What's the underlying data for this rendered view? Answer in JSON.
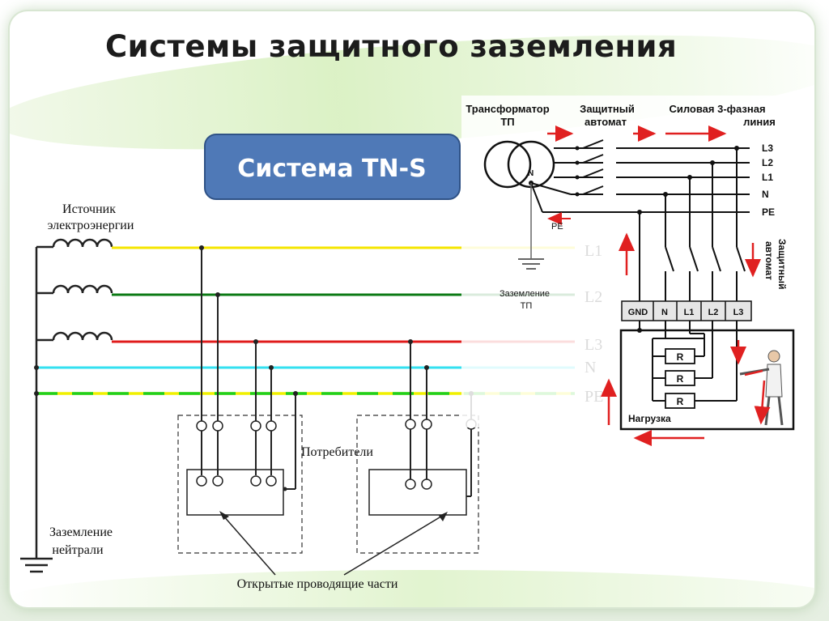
{
  "title": "Системы защитного заземления",
  "system_badge": "Система TN-S",
  "left_diagram": {
    "source_label_1": "Источник",
    "source_label_2": "электроэнергии",
    "lines": {
      "l1": "L1",
      "l2": "L2",
      "l3": "L3",
      "n": "N",
      "pe": "PE"
    },
    "consumers_label": "Потребители",
    "neutral_ground_label_1": "Заземление",
    "neutral_ground_label_2": "нейтрали",
    "exposed_parts_label": "Открытые проводящие части"
  },
  "right_diagram": {
    "transformer_label_1": "Трансформатор",
    "transformer_label_2": "ТП",
    "breaker_label_1": "Защитный",
    "breaker_label_2": "автомат",
    "line_label_1": "Силовая 3-фазная",
    "line_label_2": "линия",
    "neutral_point": "N",
    "pe_tag": "PE",
    "bus": {
      "l3": "L3",
      "l2": "L2",
      "l1": "L1",
      "n": "N",
      "pe": "PE"
    },
    "ground_label_1": "Заземление",
    "ground_label_2": "ТП",
    "vertical_breaker_label_1": "Защитный",
    "vertical_breaker_label_2": "автомат",
    "terminals": [
      "GND",
      "N",
      "L1",
      "L2",
      "L3"
    ],
    "resistor": "R",
    "load_label": "Нагрузка"
  },
  "colors": {
    "l1": "#f5e600",
    "l2": "#0b7a14",
    "l3": "#e01b1b",
    "n": "#33e0f0",
    "pe_green": "#1fcf1f",
    "pe_yellow": "#f0f000",
    "arrow": "#e02020",
    "badge": "#4f79b7"
  }
}
